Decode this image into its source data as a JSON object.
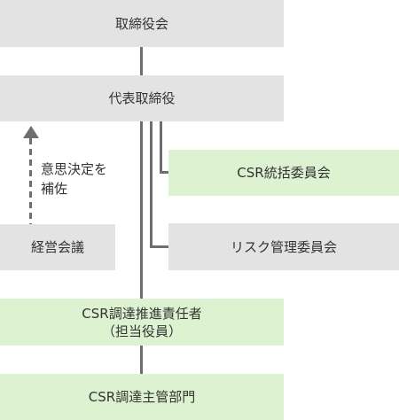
{
  "nodes": {
    "board": "取締役会",
    "representative_director": "代表取締役",
    "csr_committee": "CSR統括委員会",
    "risk_committee": "リスク管理委員会",
    "management_meeting": "経営会議",
    "procurement_officer_line1": "CSR調達推進責任者",
    "procurement_officer_line2": "（担当役員）",
    "procurement_department": "CSR調達主管部門"
  },
  "notes": {
    "decision_support": "意思決定を\n補佐"
  },
  "colors": {
    "gray_box": "#e3e3e3",
    "green_box": "#ddf2d0",
    "line": "#6e6e6e"
  }
}
